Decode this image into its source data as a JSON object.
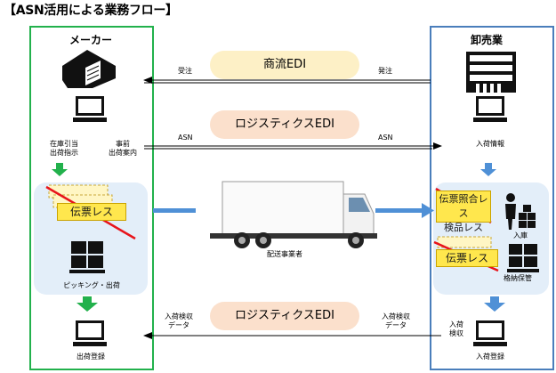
{
  "title": "【ASN活用による業務フロー】",
  "maker": {
    "label": "メーカー",
    "instruction": [
      "在庫引当",
      "出荷指示"
    ],
    "advance_notice": [
      "事前",
      "出荷案内"
    ],
    "picking": "ピッキング・出荷",
    "shipment_registration": "出荷登録",
    "slip_less": "伝票レス"
  },
  "wholesaler": {
    "label": "卸売業",
    "arrival_info": "入荷情報",
    "inspection_less_line1": "伝票照合レス",
    "inspection_less_line2": "検品レス",
    "receiving": "入庫",
    "slip_less": "伝票レス",
    "storage": "格納保管",
    "inspection": [
      "入荷",
      "検収"
    ],
    "arrival_registration": "入荷登録"
  },
  "flows": {
    "commercial_edi": "商流EDI",
    "logistics_edi_top": "ロジスティクスEDI",
    "logistics_edi_bottom": "ロジスティクスEDI",
    "order_received": "受注",
    "order_placed": "発注",
    "asn_left": "ASN",
    "asn_right": "ASN",
    "inspection_data_left": [
      "入荷検収",
      "データ"
    ],
    "inspection_data_right": [
      "入荷検収",
      "データ"
    ],
    "carrier": "配送事業者"
  },
  "colors": {
    "maker_border": "#22b14c",
    "wholesaler_border": "#4a7ebb",
    "commercial_pill": "#fdf0c6",
    "logistics_pill": "#fbe0cc",
    "lane_fill": "#e3eef9",
    "arrow_green": "#22b14c",
    "arrow_blue": "#4f90d6",
    "slip_yellow": "#ffe74d",
    "cross_red": "#e8141b"
  }
}
